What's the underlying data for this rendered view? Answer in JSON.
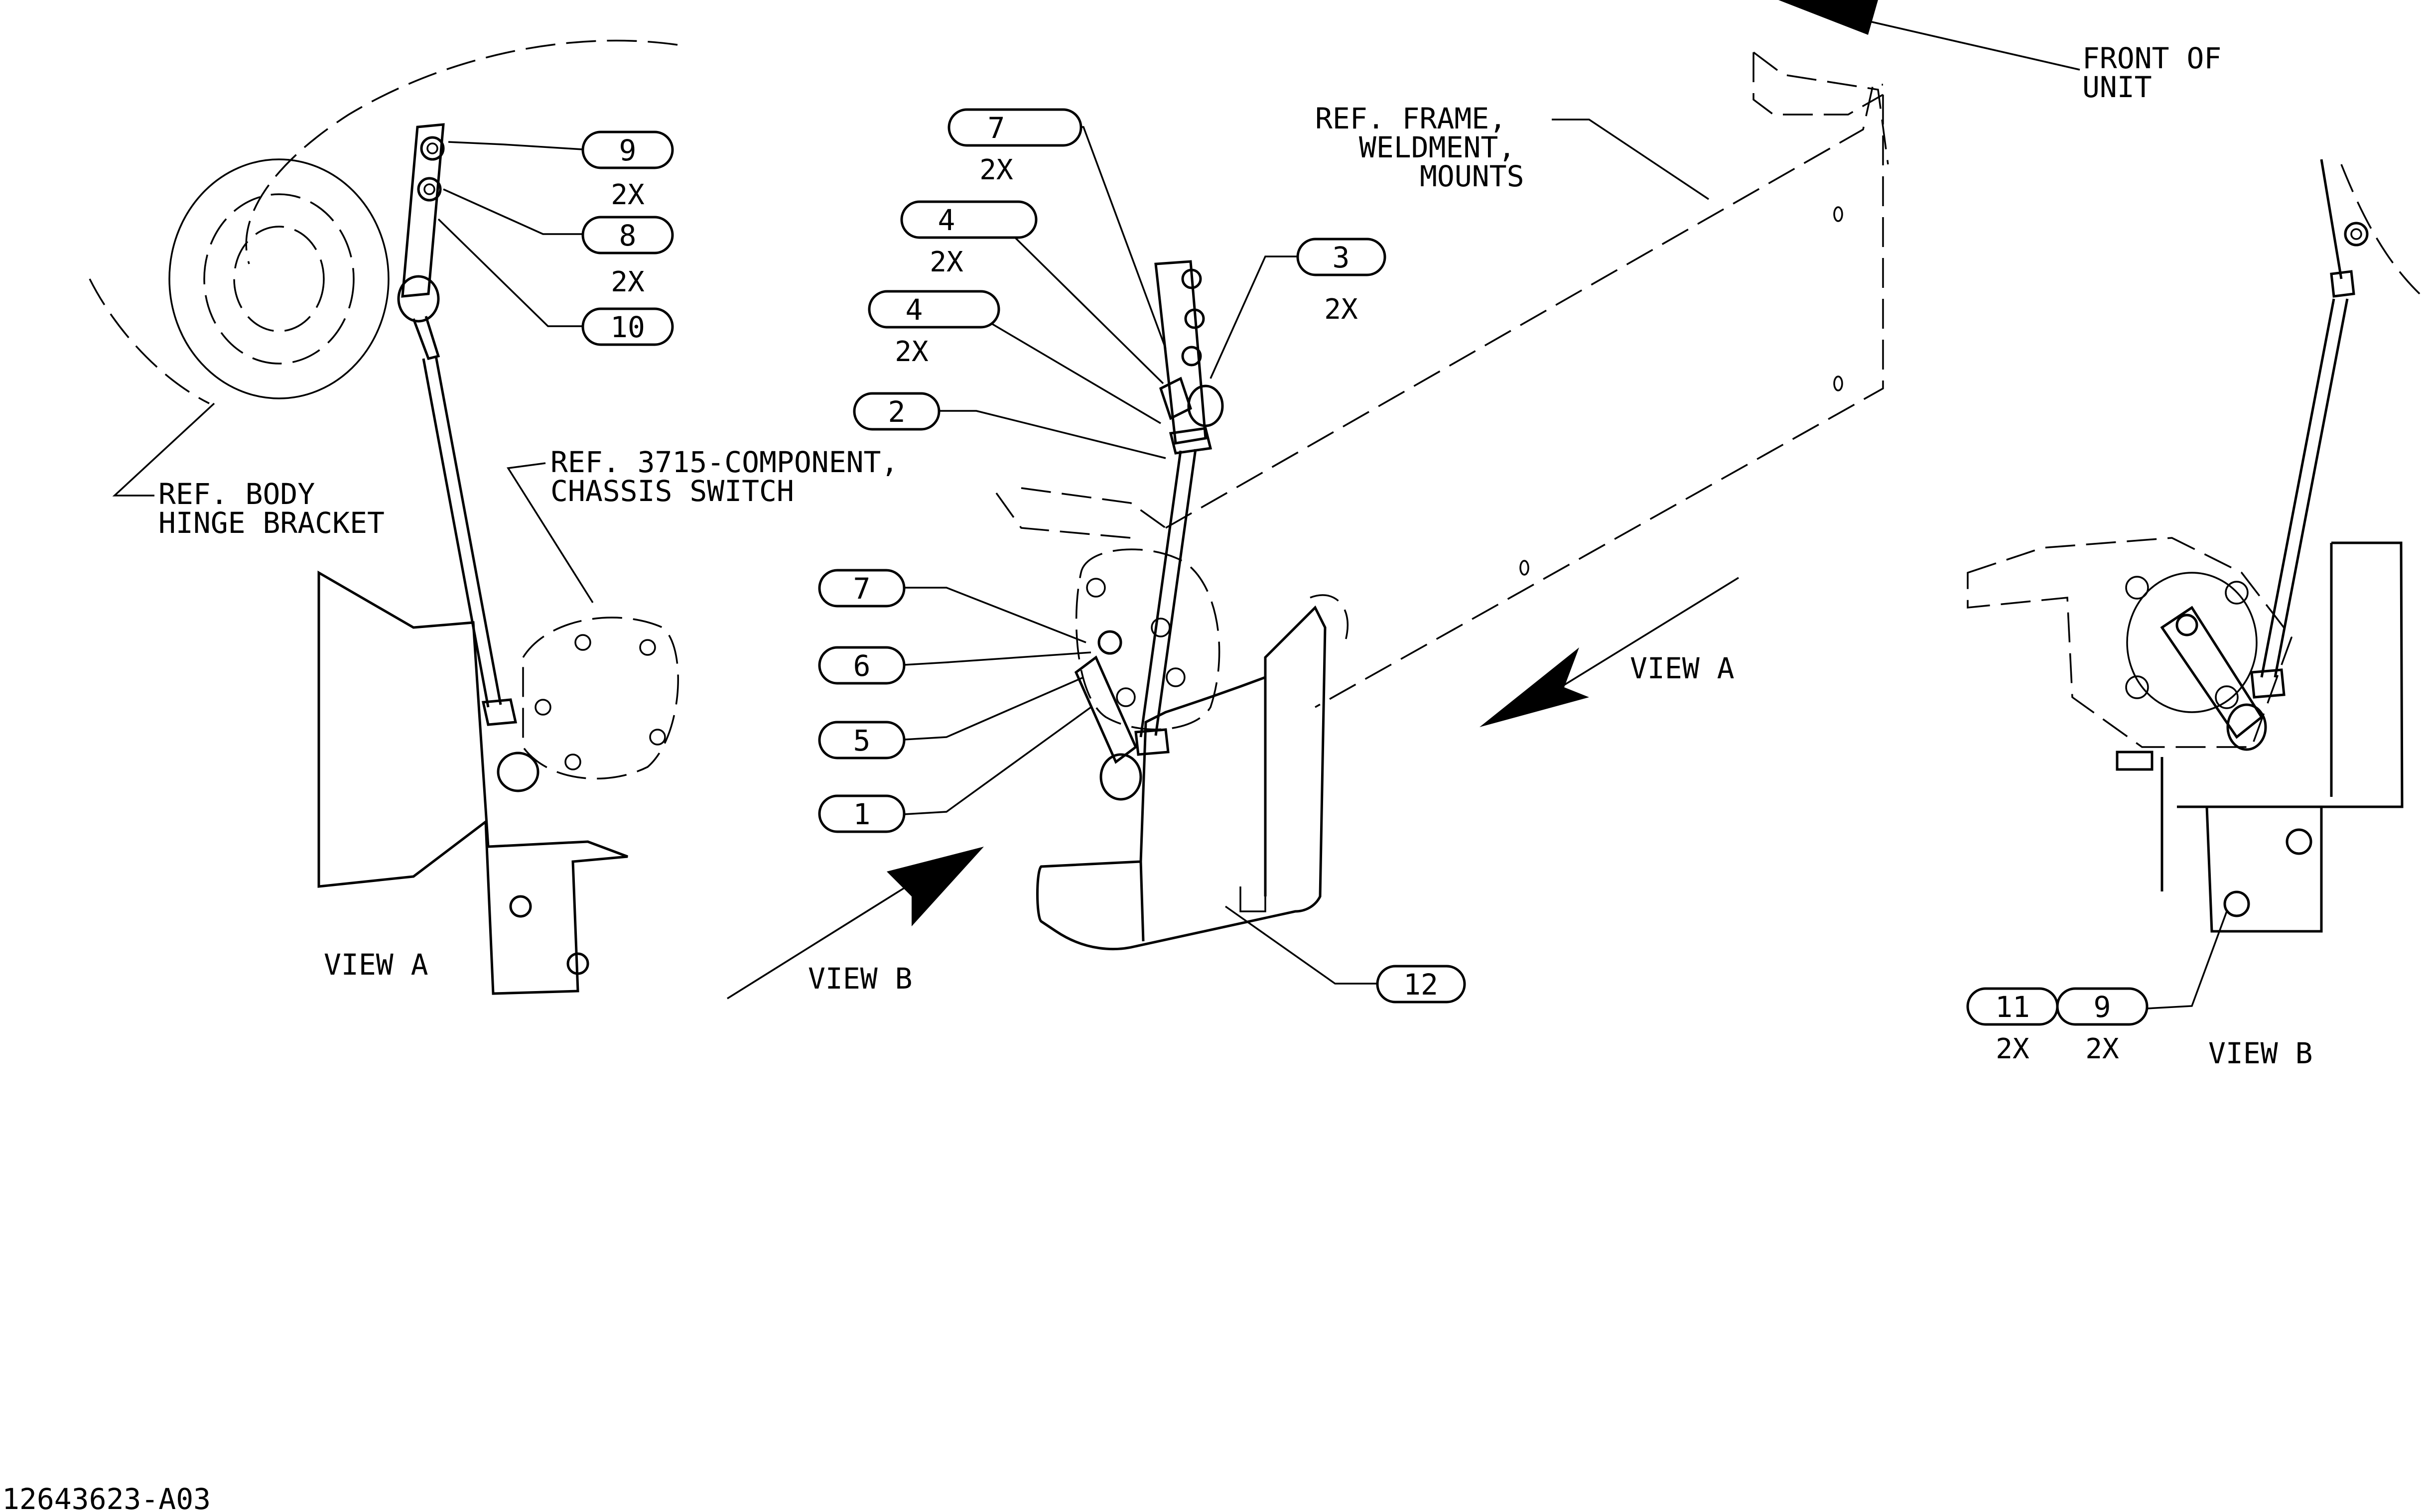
{
  "drawing": {
    "drawing_number": "12643623-A03",
    "view_labels": {
      "view_a_left": "VIEW A",
      "view_b_main": "VIEW B",
      "view_a_arrow": "VIEW A",
      "view_b_right": "VIEW B"
    },
    "references": {
      "front": [
        "FRONT OF",
        "UNIT"
      ],
      "frame": [
        "REF. FRAME,",
        "WELDMENT,",
        "MOUNTS"
      ],
      "switch": [
        "REF. 3715-COMPONENT,",
        "CHASSIS SWITCH"
      ],
      "body": [
        "REF. BODY",
        "HINGE BRACKET"
      ]
    },
    "callouts": [
      {
        "id": "c9a",
        "number": "9",
        "qty": "2X"
      },
      {
        "id": "c8",
        "number": "8",
        "qty": "2X"
      },
      {
        "id": "c10",
        "number": "10",
        "qty": ""
      },
      {
        "id": "c7a",
        "number": "7",
        "qty": "2X"
      },
      {
        "id": "c4a",
        "number": "4",
        "qty": "2X"
      },
      {
        "id": "c4b",
        "number": "4",
        "qty": "2X"
      },
      {
        "id": "c3",
        "number": "3",
        "qty": "2X"
      },
      {
        "id": "c2",
        "number": "2",
        "qty": ""
      },
      {
        "id": "c7b",
        "number": "7",
        "qty": ""
      },
      {
        "id": "c6",
        "number": "6",
        "qty": ""
      },
      {
        "id": "c5",
        "number": "5",
        "qty": ""
      },
      {
        "id": "c1",
        "number": "1",
        "qty": ""
      },
      {
        "id": "c12",
        "number": "12",
        "qty": ""
      },
      {
        "id": "c11",
        "number": "11",
        "qty": "2X"
      },
      {
        "id": "c9b",
        "number": "9",
        "qty": "2X"
      }
    ]
  }
}
